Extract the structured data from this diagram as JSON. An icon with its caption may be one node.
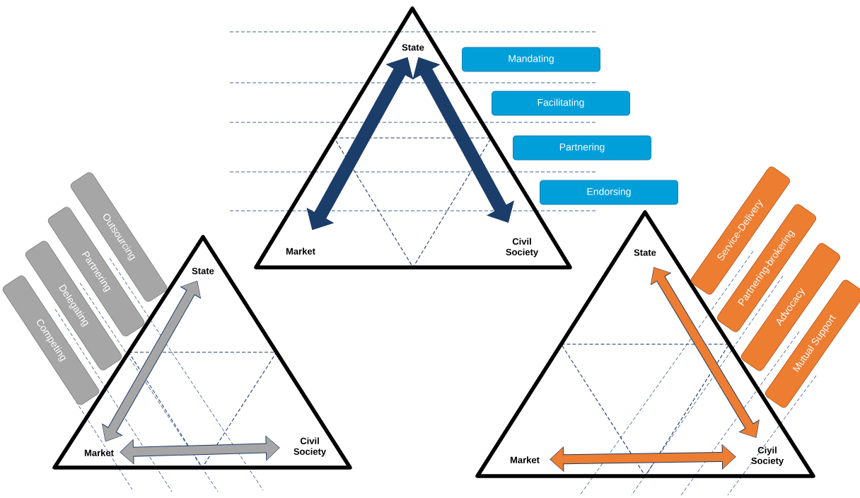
{
  "diagram": {
    "nodes": [
      {
        "text": [],
        "shape": "triangle"
      },
      {
        "text": [
          "State"
        ],
        "in": 0
      },
      {
        "text": [
          "Market"
        ],
        "in": 0
      },
      {
        "text": [
          "Civil Society"
        ],
        "in": 0
      },
      {
        "text": [
          "Mandating"
        ]
      },
      {
        "text": [
          "Facilitating"
        ]
      },
      {
        "text": [
          "Partnering"
        ]
      },
      {
        "text": [
          "Endorsing"
        ]
      },
      {
        "text": [],
        "shape": "triangle"
      },
      {
        "text": [
          "State"
        ],
        "in": 8
      },
      {
        "text": [
          "Market"
        ],
        "in": 8
      },
      {
        "text": [
          "Civil Society"
        ],
        "in": 8
      },
      {
        "text": [
          "Outsourcing"
        ]
      },
      {
        "text": [
          "Partnering"
        ]
      },
      {
        "text": [
          "Delegating"
        ]
      },
      {
        "text": [
          "Competing"
        ]
      },
      {
        "text": [],
        "shape": "triangle"
      },
      {
        "text": [
          "State"
        ],
        "in": 16
      },
      {
        "text": [
          "Market"
        ],
        "in": 16
      },
      {
        "text": [
          "Ciyil Society"
        ],
        "in": 16
      },
      {
        "text": [
          "Service-Delivery"
        ]
      },
      {
        "text": [
          "Partnering-brokering"
        ]
      },
      {
        "text": [
          "Advocacy"
        ]
      },
      {
        "text": [
          "Mutual Support"
        ]
      }
    ],
    "edges": [
      {
        "from": 1,
        "to": 2,
        "arrow": "both",
        "color": "#1b3d69"
      },
      {
        "from": 1,
        "to": 3,
        "arrow": "both",
        "color": "#1b3d69"
      },
      {
        "from": 9,
        "to": 10,
        "arrow": "both",
        "color": "#a6a6a6"
      },
      {
        "from": 10,
        "to": 11,
        "arrow": "both",
        "color": "#a6a6a6"
      },
      {
        "from": 17,
        "to": 19,
        "arrow": "both",
        "color": "#ed7d31"
      },
      {
        "from": 18,
        "to": 19,
        "arrow": "both",
        "color": "#ed7d31"
      }
    ]
  }
}
